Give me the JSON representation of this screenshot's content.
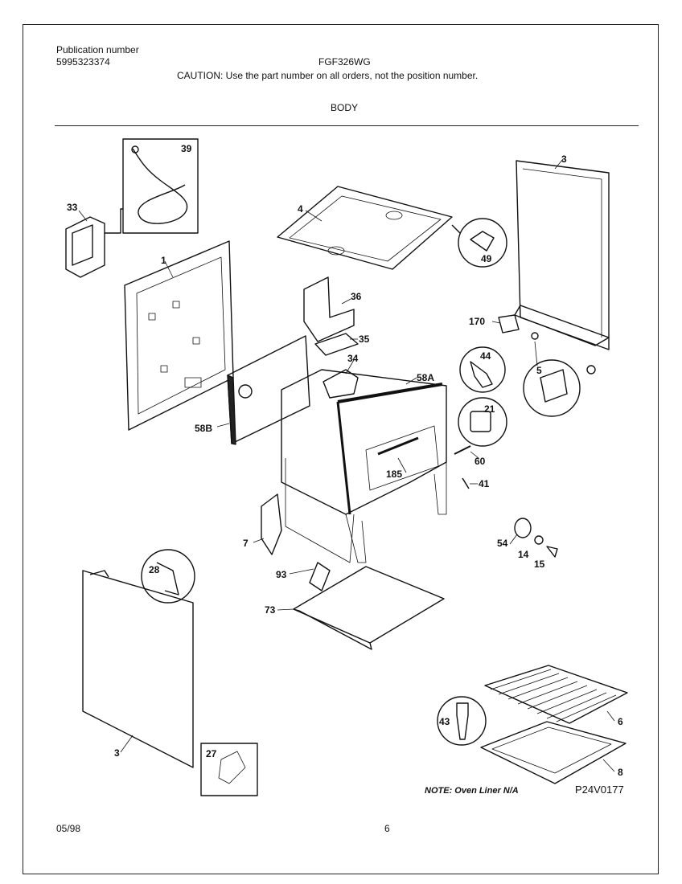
{
  "header": {
    "publication_label": "Publication number",
    "publication_number": "5995323374",
    "model": "FGF326WG",
    "caution": "CAUTION:  Use the part number on all orders, not the position number.",
    "section_title": "BODY"
  },
  "callouts": [
    "39",
    "33",
    "1",
    "4",
    "49",
    "3",
    "36",
    "35",
    "170",
    "34",
    "44",
    "5",
    "58A",
    "58B",
    "21",
    "60",
    "185",
    "41",
    "7",
    "54",
    "14",
    "15",
    "28",
    "93",
    "73",
    "43",
    "6",
    "8",
    "27"
  ],
  "footer": {
    "note": "NOTE: Oven Liner N/A",
    "diagram_code": "P24V0177",
    "date": "05/98",
    "page_number": "6"
  }
}
